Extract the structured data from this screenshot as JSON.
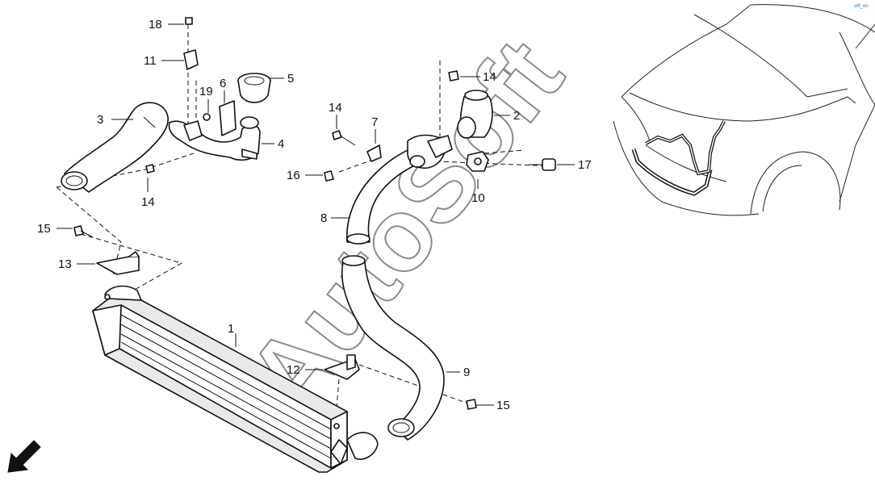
{
  "diagram": {
    "callouts": {
      "p1": "1",
      "p2": "2",
      "p3": "3",
      "p4": "4",
      "p5": "5",
      "p6": "6",
      "p7": "7",
      "p8": "8",
      "p9": "9",
      "p10": "10",
      "p11": "11",
      "p12": "12",
      "p13": "13",
      "p14a": "14",
      "p14b": "14",
      "p14c": "14",
      "p15a": "15",
      "p15b": "15",
      "p16": "16",
      "p17": "17",
      "p18": "18",
      "p19": "19"
    },
    "watermark": "AutoSoft",
    "corner_mark": "ulfl_en",
    "icons": {
      "front_direction": "front-direction-arrow-icon"
    }
  }
}
